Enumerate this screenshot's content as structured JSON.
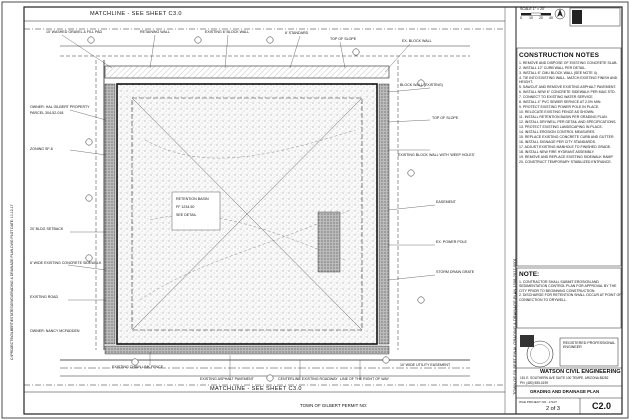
{
  "sheet": {
    "matchline_top": "MATCHLINE - SEE SHEET C3.0",
    "matchline_bottom": "MATCHLINE - SEE SHEET C3.0",
    "permit": "TOWN OF GILBERT PERMIT NO:",
    "right_vertical": "TOWN OF GILBERT FINAL GRADING & DRAINAGE PLAN  1508-2017-0001",
    "left_vertical": "C:\\PROJECTS\\GILBERT\\ESTATES\\DWG\\GRADING & DRAINAGE PLAN.DWG  PLOT DATE: 10-12-17"
  },
  "scale": {
    "label": "SCALE 1\" = 20'",
    "ticks": [
      "0",
      "10",
      "20",
      "40"
    ]
  },
  "notes": {
    "title": "CONSTRUCTION NOTES",
    "items": [
      "1. REMOVE AND DISPOSE OF EXISTING CONCRETE SLAB.",
      "2. INSTALL 12\" CURB WALL PER DETAIL.",
      "3. INSTALL 6\" CMU BLOCK WALL (SEE NOTE 4).",
      "4. TIE INTO EXISTING WALL. MATCH EXISTING FINISH AND HEIGHT.",
      "5. SAWCUT AND REMOVE EXISTING ASPHALT PAVEMENT.",
      "6. INSTALL NEW 6\" CONCRETE SIDEWALK PER MAG STD.",
      "7. CONNECT TO EXISTING WATER SERVICE.",
      "8. INSTALL 4\" PVC SEWER SERVICE AT 2.0% MIN.",
      "9. PROTECT EXISTING POWER POLE IN PLACE.",
      "10. RELOCATE EXISTING FENCE AS SHOWN.",
      "11. INSTALL RETENTION BASIN PER GRADING PLAN.",
      "12. INSTALL DRYWELL PER DETAIL AND SPECIFICATIONS.",
      "13. PROTECT EXISTING LANDSCAPING IN PLACE.",
      "14. INSTALL EROSION CONTROL MEASURES.",
      "15. REPLACE EXISTING CONCRETE CURB AND GUTTER.",
      "16. INSTALL SIGNAGE PER CITY STANDARDS.",
      "17. ADJUST EXISTING MANHOLE TO FINISHED GRADE.",
      "18. INSTALL NEW FIRE HYDRANT ASSEMBLY.",
      "19. REMOVE AND REPLACE EXISTING SIDEWALK RAMP.",
      "20. CONSTRUCT TEMPORARY STABILIZED ENTRANCE."
    ]
  },
  "general_notes": {
    "title": "NOTE:",
    "items": [
      "1. CONTRACTOR SHALL SUBMIT EROSION AND SEDIMENTATION CONTROL PLAN FOR APPROVAL BY THE CITY PRIOR TO BEGINNING CONSTRUCTION.",
      "2. DISCHARGE FOR RETENTION SHALL OCCUR AT POINT OF CONNECTION TO DRYWELL."
    ]
  },
  "title_block": {
    "firm": "WATSON CIVIL ENGINEERING",
    "address": "151 E. SOUTHERN AVE SUITE 100 TEMPE, ARIZONA 85282",
    "phone": "PH: (480) 555-0199",
    "drawing_title": "GRADING AND DRAINAGE PLAN",
    "job_no": "WCE PROJECT NO.: 17107",
    "sheet_no": "C2.0",
    "sheet_count": "2 of 3"
  },
  "seal": {
    "text": "REGISTERED PROFESSIONAL ENGINEER"
  },
  "labels": {
    "top1": "10' WASHED GRAVEL & FILL PAD",
    "top2": "RETAINING WALL",
    "top3": "EXISTING 6' BLOCK WALL",
    "top4": "6' STANDARD",
    "top5": "TOP OF SLOPE",
    "top6": "EX. BLOCK WALL",
    "left1": "OWNER: HAL GILBERT PROPERTY",
    "left2": "PARCEL 304-52-018",
    "left3": "ZONING SF-6",
    "left4": "20' BLDG SETBACK",
    "left5": "6' WIDE EXISTING CONCRETE SIDEWALK",
    "left6": "EXISTING ROAD",
    "left7": "OWNER: NANCY MCFADDEN",
    "right1": "BLOCK WALL (EXISTING)",
    "right2": "TOP OF SLOPE",
    "right3": "EXISTING BLOCK WALL WITH 'WEEP HOLES'",
    "right4": "EASEMENT",
    "right5": "EX. POWER POLE",
    "right6": "STORM DRAIN GRATE",
    "bottom1": "EXISTING CHAIN LINK FENCE",
    "bottom2": "EXISTING ASPHALT PAVEMENT",
    "bottom3": "CENTERLINE EXISTING ROADWAY",
    "bottom4": "LINE OF THE RIGHT OF WAY",
    "bottom5": "10' WIDE UTILITY EASEMENT",
    "center1": "RETENTION BASIN",
    "center2": "FF 1234.50",
    "center3": "SEE DETAIL"
  }
}
